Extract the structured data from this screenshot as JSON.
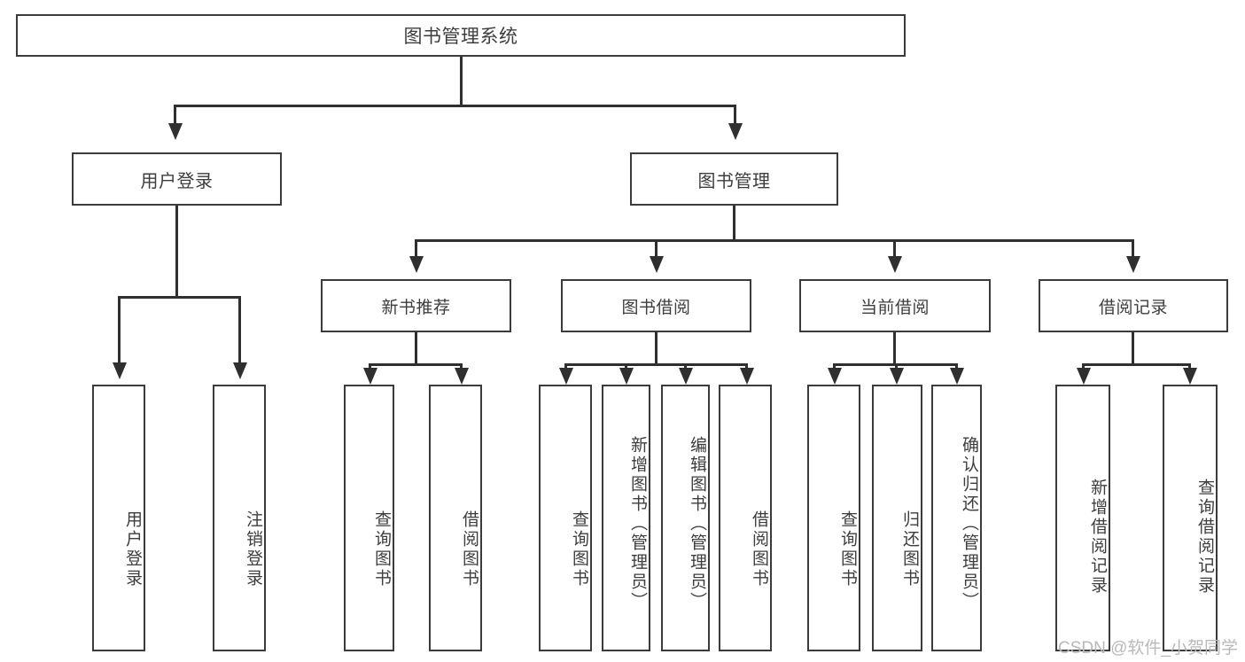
{
  "diagram": {
    "title": "图书管理系统",
    "type": "tree",
    "root": {
      "label": "图书管理系统"
    },
    "level1": [
      {
        "label": "用户登录"
      },
      {
        "label": "图书管理"
      }
    ],
    "level2": [
      {
        "label": "新书推荐"
      },
      {
        "label": "图书借阅"
      },
      {
        "label": "当前借阅"
      },
      {
        "label": "借阅记录"
      }
    ],
    "leaves": {
      "user_login": [
        {
          "label": "用户登录"
        },
        {
          "label": "注销登录"
        }
      ],
      "new_book_recommend": [
        {
          "label": "查询图书"
        },
        {
          "label": "借阅图书"
        }
      ],
      "book_borrow": [
        {
          "label": "查询图书"
        },
        {
          "label": "新增图书（管理员）"
        },
        {
          "label": "编辑图书（管理员）"
        },
        {
          "label": "借阅图书"
        }
      ],
      "current_borrow": [
        {
          "label": "查询图书"
        },
        {
          "label": "归还图书"
        },
        {
          "label": "确认归还（管理员）"
        }
      ],
      "borrow_record": [
        {
          "label": "新增借阅记录"
        },
        {
          "label": "查询借阅记录"
        }
      ]
    }
  },
  "watermark": {
    "text": "CSDN @软件_小贺同学"
  },
  "colors": {
    "border": "#3b3b3b",
    "line": "#2f2f2f",
    "text": "#3d3d3d",
    "background": "#ffffff",
    "watermark": "#b9b9b9"
  }
}
